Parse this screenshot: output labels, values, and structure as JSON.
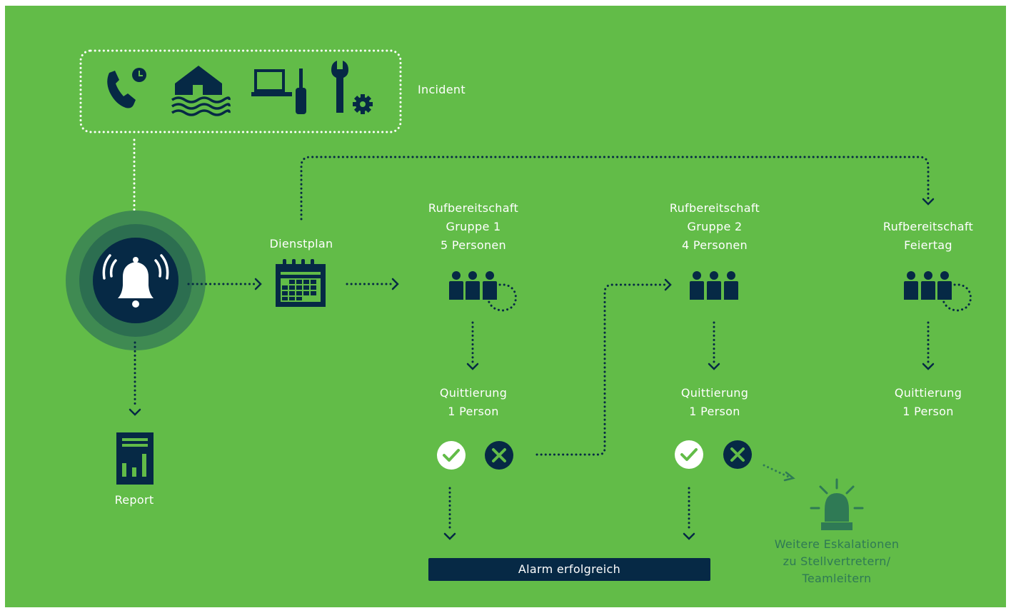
{
  "incident": {
    "label": "Incident"
  },
  "dienstplan": {
    "label": "Dienstplan"
  },
  "report": {
    "label": "Report"
  },
  "groups": [
    {
      "title": "Rufbereitschaft\nGruppe 1\n5 Personen",
      "ack": "Quittierung\n1 Person"
    },
    {
      "title": "Rufbereitschaft\nGruppe 2\n4 Personen",
      "ack": "Quittierung\n1 Person"
    },
    {
      "title": "Rufbereitschaft\nFeiertag",
      "ack": "Quittierung\n1 Person"
    }
  ],
  "success": {
    "label": "Alarm erfolgreich"
  },
  "escalation": {
    "label": "Weitere Eskalationen\nzu Stellvertretern/\nTeamleitern"
  },
  "icons": [
    "phone-clock-icon",
    "flooded-house-icon",
    "laptop-screwdriver-icon",
    "wrench-gear-icon",
    "bell-alarm-icon",
    "calendar-icon",
    "people-group-icon",
    "check-icon",
    "cross-icon",
    "report-chart-icon",
    "siren-icon"
  ],
  "colors": {
    "background": "#62bc48",
    "navy": "#062945",
    "ring_outer": "#3f8a52",
    "ring_middle": "#2c6e50",
    "ring_inner": "#1d5148",
    "escalation": "#2f7a55",
    "white": "#ffffff"
  }
}
